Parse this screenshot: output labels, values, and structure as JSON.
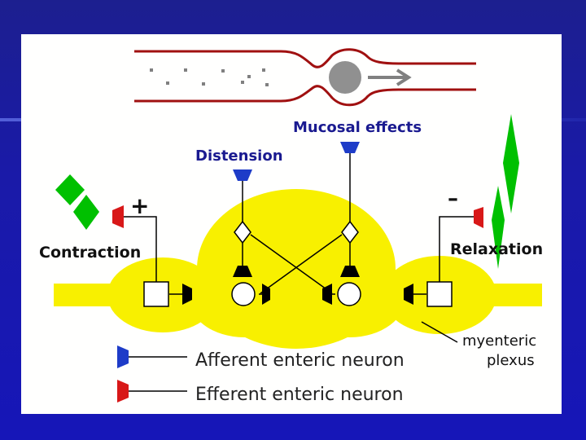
{
  "labels": {
    "mucosal_effects": "Mucosal effects",
    "distension": "Distension",
    "contraction": "Contraction",
    "relaxation": "Relaxation",
    "plus": "+",
    "minus": "–",
    "myenteric_line1": "myenteric",
    "myenteric_line2": "plexus"
  },
  "legend": {
    "afferent": "Afferent enteric neuron",
    "efferent": "Efferent enteric neuron"
  },
  "colors": {
    "afferent": "#1e3cc8",
    "efferent": "#d81818",
    "plexus": "#f8f000",
    "muscle": "#00c000",
    "lumen": "#a01010",
    "bolus": "#909090",
    "label_blue": "#1a1a90"
  }
}
